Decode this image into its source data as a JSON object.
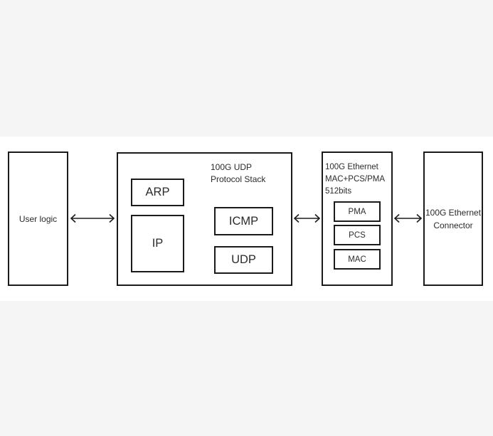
{
  "diagram": {
    "title": "100G UDP Protocol Stack block diagram",
    "background_color": "#f5f5f5",
    "band_color": "#ffffff",
    "stroke_color": "#1a1a1a",
    "text_color": "#2b2b2b",
    "blocks": {
      "user_logic": {
        "label": "User logic"
      },
      "protocol_stack": {
        "label": "100G UDP\nProtocol Stack",
        "children": [
          {
            "key": "arp",
            "label": "ARP"
          },
          {
            "key": "ip",
            "label": "IP"
          },
          {
            "key": "icmp",
            "label": "ICMP"
          },
          {
            "key": "udp",
            "label": "UDP"
          }
        ]
      },
      "ethernet_mac": {
        "label": "100G Ethernet\nMAC+PCS/PMA\n512bits",
        "children": [
          {
            "key": "pma",
            "label": "PMA"
          },
          {
            "key": "pcs",
            "label": "PCS"
          },
          {
            "key": "mac",
            "label": "MAC"
          }
        ]
      },
      "connector": {
        "label_line1": "100G Ethernet",
        "label_line2": "Connector"
      }
    },
    "connections": [
      {
        "key": "user-to-stack",
        "type": "bidirectional-arrow"
      },
      {
        "key": "stack-to-ethernet",
        "type": "bidirectional-arrow"
      },
      {
        "key": "ethernet-to-conn",
        "type": "bidirectional-arrow"
      }
    ]
  }
}
